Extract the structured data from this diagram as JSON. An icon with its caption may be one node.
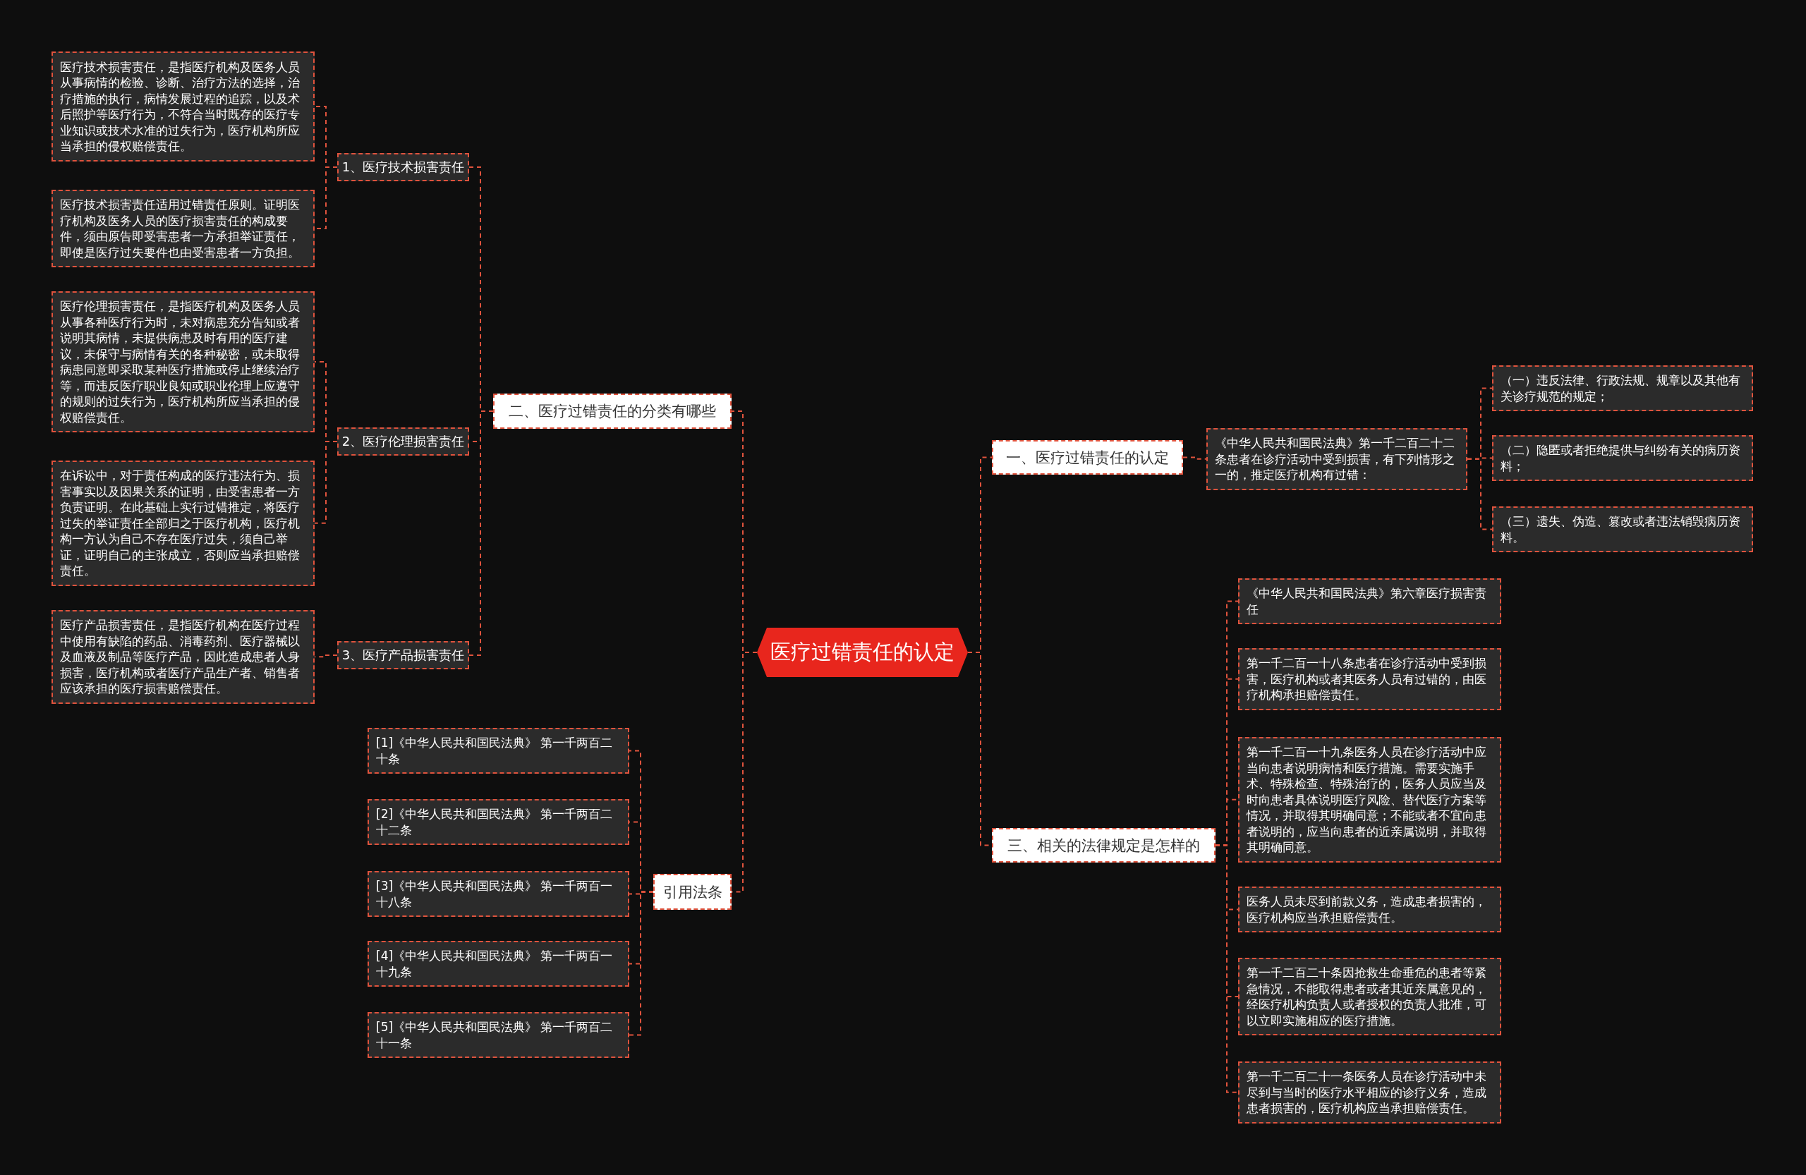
{
  "diagram": {
    "nodes": [
      {
        "text": [
          "医疗过错责任的认定"
        ]
      },
      {
        "text": [
          "二、医疗过错责任的分类有哪些"
        ]
      },
      {
        "text": [
          "1、医疗技术损害责任"
        ]
      },
      {
        "text": [
          "医疗技术损害责任，是指医疗机构及医务人员从事病情的检验、诊断、治疗方法的选择，治疗措施的执行，病情发展过程的追踪，以及术后照护等医疗行为，不符合当时既存的医疗专业知识或技术水准的过失行为，医疗机构所应当承担的侵权赔偿责任。"
        ]
      },
      {
        "text": [
          "医疗技术损害责任适用过错责任原则。证明医疗机构及医务人员的医疗损害责任的构成要件，须由原告即受害患者一方承担举证责任，即使是医疗过失要件也由受害患者一方负担。"
        ]
      },
      {
        "text": [
          "2、医疗伦理损害责任"
        ]
      },
      {
        "text": [
          "医疗伦理损害责任，是指医疗机构及医务人员从事各种医疗行为时，未对病患充分告知或者说明其病情，未提供病患及时有用的医疗建议，未保守与病情有关的各种秘密，或未取得病患同意即采取某种医疗措施或停止继续治疗等，而违反医疗职业良知或职业伦理上应遵守的规则的过失行为，医疗机构所应当承担的侵权赔偿责任。"
        ]
      },
      {
        "text": [
          "在诉讼中，对于责任构成的医疗违法行为、损害事实以及因果关系的证明，由受害患者一方负责证明。在此基础上实行过错推定，将医疗过失的举证责任全部归之于医疗机构，医疗机构一方认为自己不存在医疗过失，须自己举证，证明自己的主张成立，否则应当承担赔偿责任。"
        ]
      },
      {
        "text": [
          "3、医疗产品损害责任"
        ]
      },
      {
        "text": [
          "医疗产品损害责任，是指医疗机构在医疗过程中使用有缺陷的药品、消毒药剂、医疗器械以及血液及制品等医疗产品，因此造成患者人身损害，医疗机构或者医疗产品生产者、销售者应该承担的医疗损害赔偿责任。"
        ]
      },
      {
        "text": [
          "引用法条"
        ]
      },
      {
        "text": [
          "[1]《中华人民共和国民法典》 第一千两百二十条"
        ]
      },
      {
        "text": [
          "[2]《中华人民共和国民法典》 第一千两百二十二条"
        ]
      },
      {
        "text": [
          "[3]《中华人民共和国民法典》 第一千两百一十八条"
        ]
      },
      {
        "text": [
          "[4]《中华人民共和国民法典》 第一千两百一十九条"
        ]
      },
      {
        "text": [
          "[5]《中华人民共和国民法典》 第一千两百二十一条"
        ]
      },
      {
        "text": [
          "一、医疗过错责任的认定"
        ]
      },
      {
        "text": [
          "《中华人民共和国民法典》第一千二百二十二条患者在诊疗活动中受到损害，有下列情形之一的，推定医疗机构有过错："
        ]
      },
      {
        "text": [
          "（一）违反法律、行政法规、规章以及其他有关诊疗规范的规定；"
        ]
      },
      {
        "text": [
          "（二）隐匿或者拒绝提供与纠纷有关的病历资料；"
        ]
      },
      {
        "text": [
          "（三）遗失、伪造、篡改或者违法销毁病历资料。"
        ]
      },
      {
        "text": [
          "三、相关的法律规定是怎样的"
        ]
      },
      {
        "text": [
          "《中华人民共和国民法典》第六章医疗损害责任"
        ]
      },
      {
        "text": [
          "第一千二百一十八条患者在诊疗活动中受到损害，医疗机构或者其医务人员有过错的，由医疗机构承担赔偿责任。"
        ]
      },
      {
        "text": [
          "第一千二百一十九条医务人员在诊疗活动中应当向患者说明病情和医疗措施。需要实施手术、特殊检查、特殊治疗的，医务人员应当及时向患者具体说明医疗风险、替代医疗方案等情况，并取得其明确同意；不能或者不宜向患者说明的，应当向患者的近亲属说明，并取得其明确同意。"
        ]
      },
      {
        "text": [
          "医务人员未尽到前款义务，造成患者损害的，医疗机构应当承担赔偿责任。"
        ]
      },
      {
        "text": [
          "第一千二百二十条因抢救生命垂危的患者等紧急情况，不能取得患者或者其近亲属意见的，经医疗机构负责人或者授权的负责人批准，可以立即实施相应的医疗措施。"
        ]
      },
      {
        "text": [
          "第一千二百二十一条医务人员在诊疗活动中未尽到与当时的医疗水平相应的诊疗义务，造成患者损害的，医疗机构应当承担赔偿责任。"
        ]
      }
    ],
    "edges": [
      {
        "from": 0,
        "to": 1,
        "arrow": "none"
      },
      {
        "from": 1,
        "to": 2,
        "arrow": "none"
      },
      {
        "from": 2,
        "to": 3,
        "arrow": "none"
      },
      {
        "from": 2,
        "to": 4,
        "arrow": "none"
      },
      {
        "from": 1,
        "to": 5,
        "arrow": "none"
      },
      {
        "from": 5,
        "to": 6,
        "arrow": "none"
      },
      {
        "from": 5,
        "to": 7,
        "arrow": "none"
      },
      {
        "from": 1,
        "to": 8,
        "arrow": "none"
      },
      {
        "from": 8,
        "to": 9,
        "arrow": "none"
      },
      {
        "from": 0,
        "to": 10,
        "arrow": "none"
      },
      {
        "from": 10,
        "to": 11,
        "arrow": "none"
      },
      {
        "from": 10,
        "to": 12,
        "arrow": "none"
      },
      {
        "from": 10,
        "to": 13,
        "arrow": "none"
      },
      {
        "from": 10,
        "to": 14,
        "arrow": "none"
      },
      {
        "from": 10,
        "to": 15,
        "arrow": "none"
      },
      {
        "from": 0,
        "to": 16,
        "arrow": "none"
      },
      {
        "from": 16,
        "to": 17,
        "arrow": "none"
      },
      {
        "from": 17,
        "to": 18,
        "arrow": "none"
      },
      {
        "from": 17,
        "to": 19,
        "arrow": "none"
      },
      {
        "from": 17,
        "to": 20,
        "arrow": "none"
      },
      {
        "from": 0,
        "to": 21,
        "arrow": "none"
      },
      {
        "from": 21,
        "to": 22,
        "arrow": "none"
      },
      {
        "from": 21,
        "to": 23,
        "arrow": "none"
      },
      {
        "from": 21,
        "to": 24,
        "arrow": "none"
      },
      {
        "from": 21,
        "to": 25,
        "arrow": "none"
      },
      {
        "from": 21,
        "to": 26,
        "arrow": "none"
      },
      {
        "from": 21,
        "to": 27,
        "arrow": "none"
      }
    ]
  }
}
